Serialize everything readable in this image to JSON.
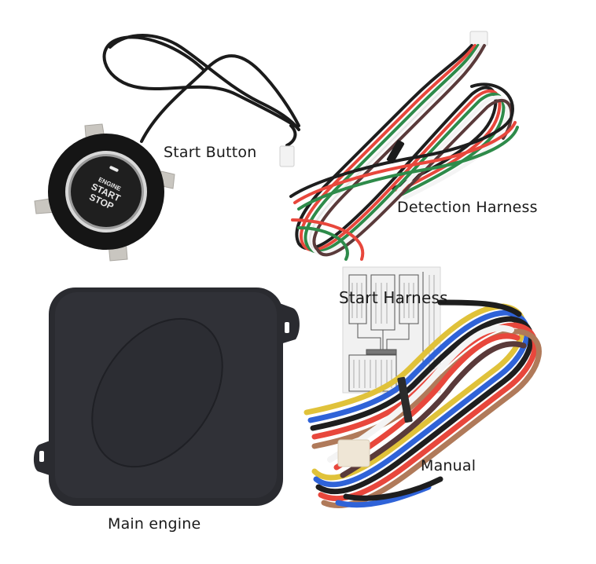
{
  "labels": {
    "start_button": "Start Button",
    "detection_harness": "Detection Harness",
    "start_harness": "Start Harness",
    "manual": "Manual",
    "main_engine": "Main engine"
  },
  "button_face": {
    "line1": "ENGINE",
    "line2": "START",
    "line3": "STOP"
  },
  "colors": {
    "background": "#ffffff",
    "device_body": "#2a2b30",
    "wire_red": "#e8473c",
    "wire_green": "#2e8b4a",
    "wire_black": "#1e1e1e",
    "wire_brown": "#5a3a3a",
    "wire_white": "#f4f4f4",
    "wire_yellow": "#e0c23a",
    "wire_blue": "#2f63d8",
    "wire_tan": "#b07a5a"
  }
}
